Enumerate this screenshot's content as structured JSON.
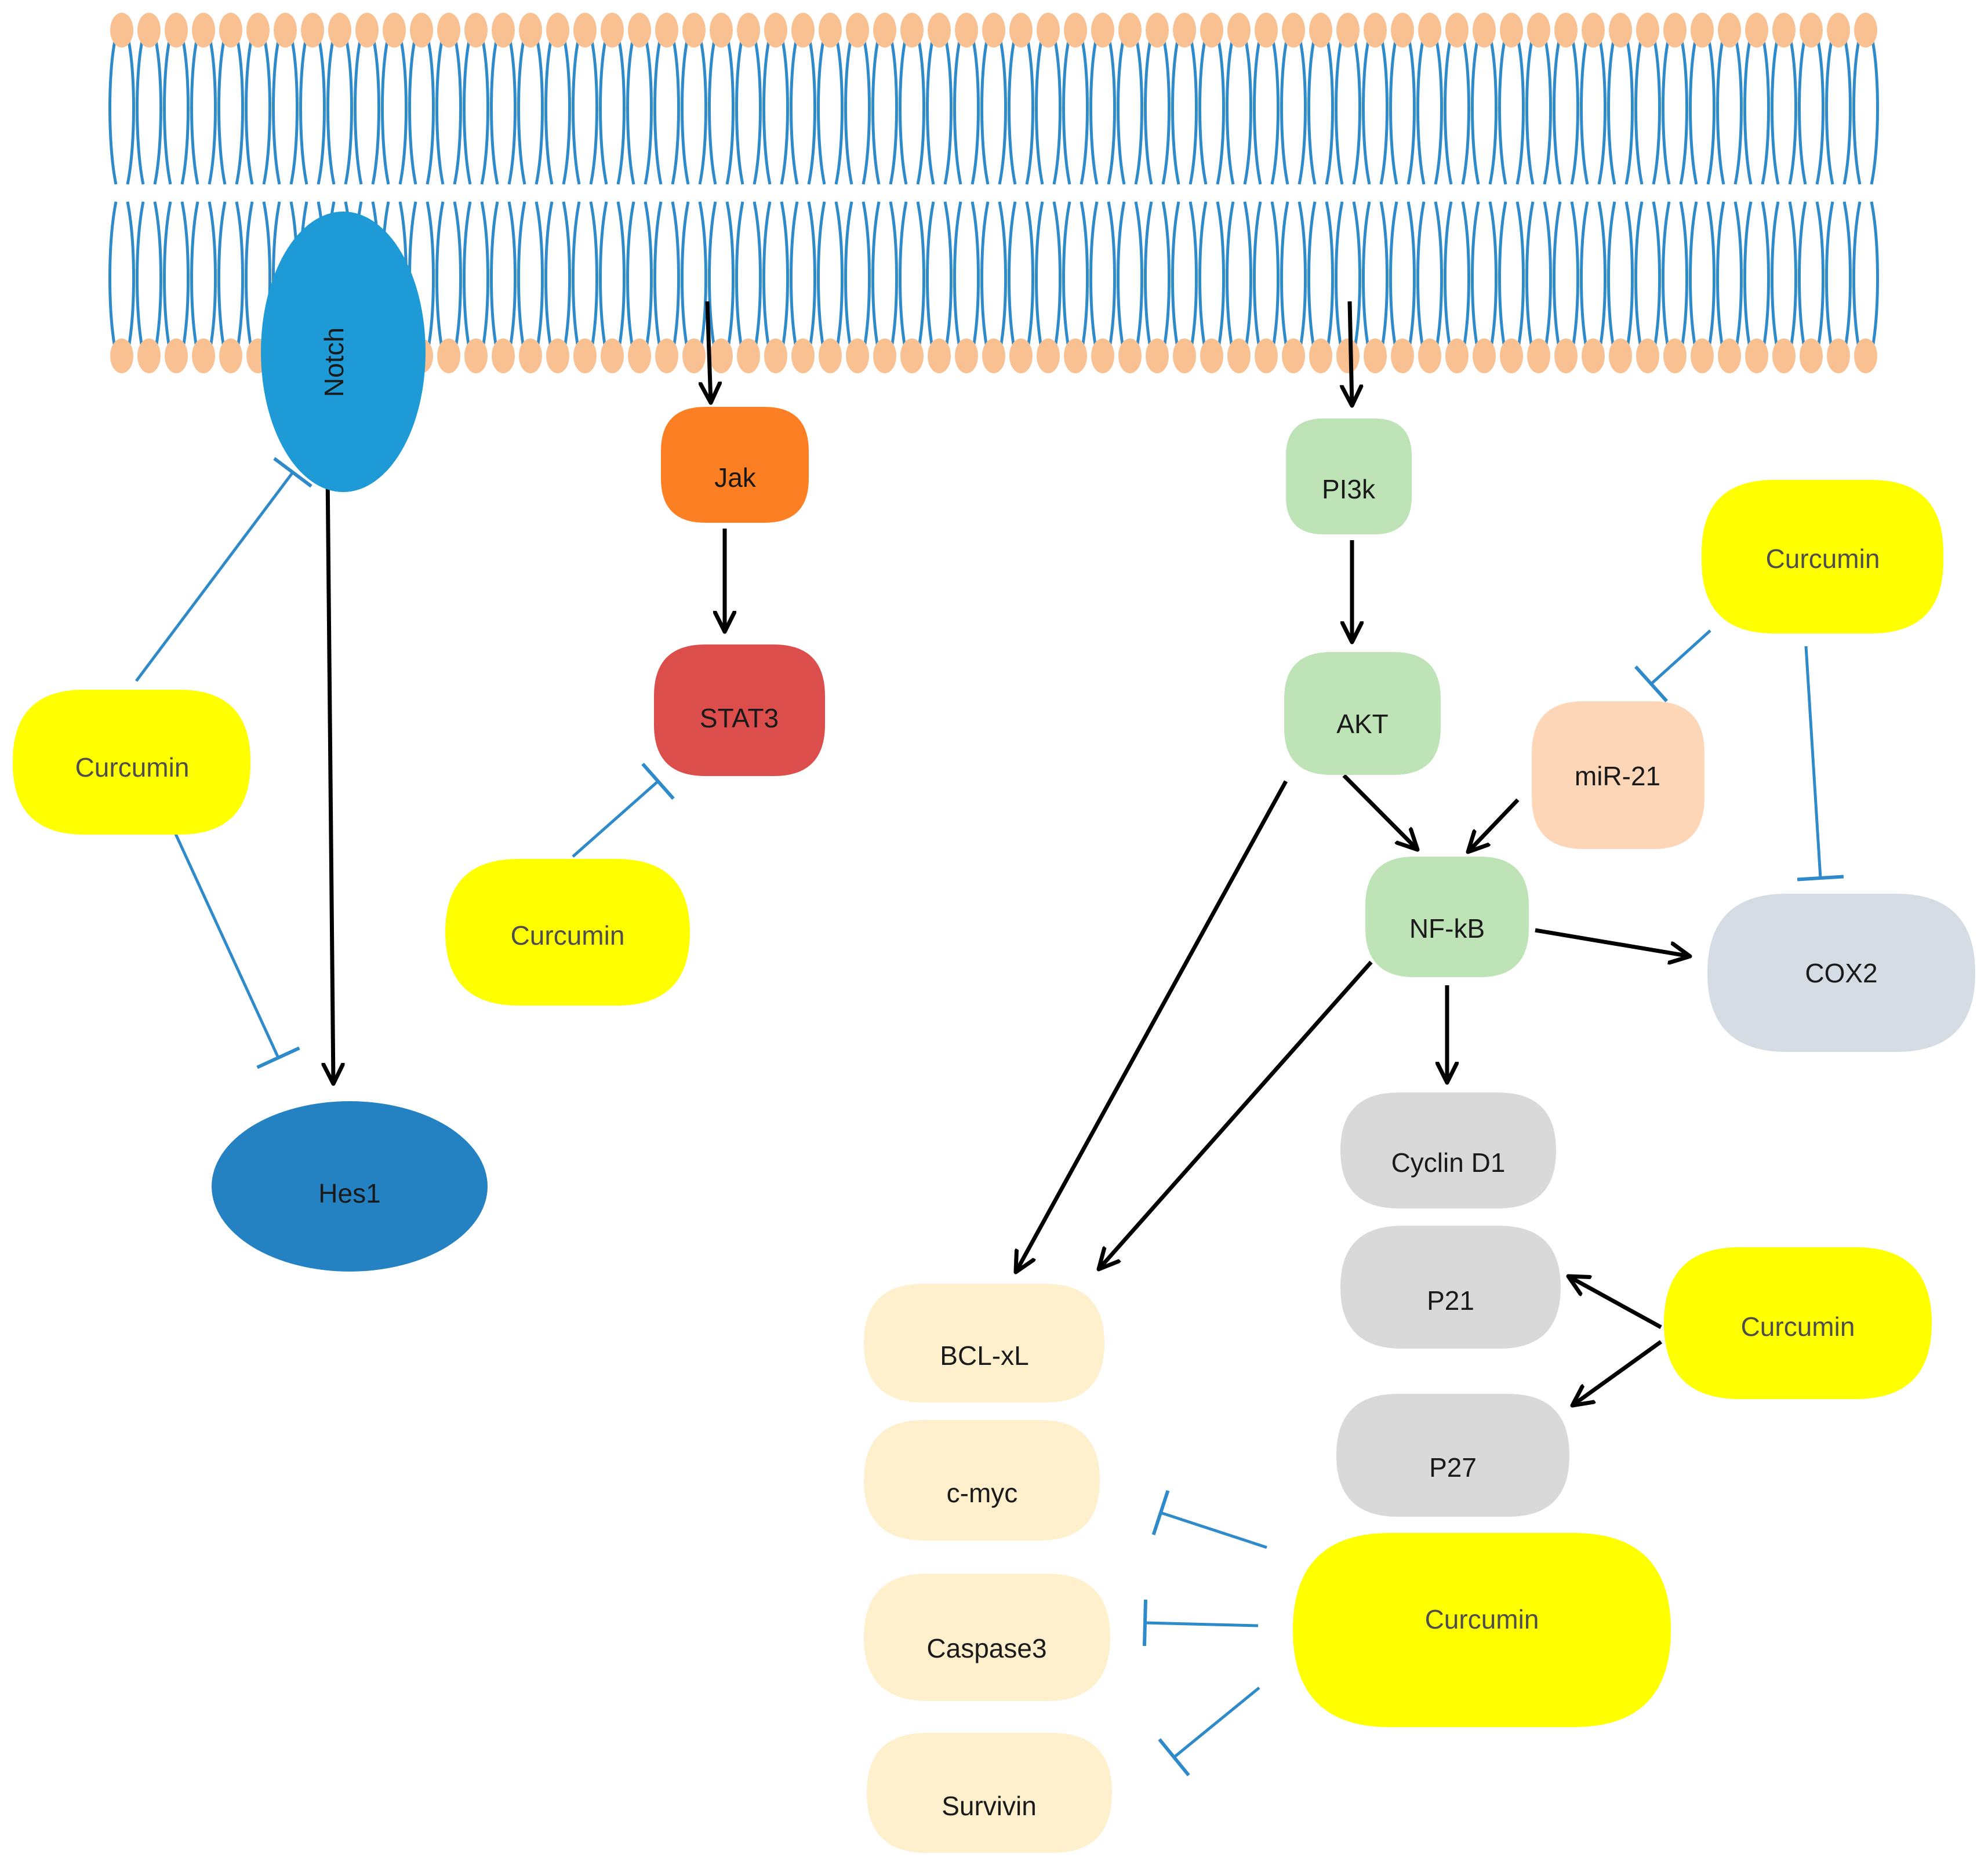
{
  "colors": {
    "membrane_head": "#f9c192",
    "membrane_tail": "#2e8ac9",
    "activation_arrow": "#000000",
    "inhibition_line": "#2e8ac9",
    "curcumin": "#ffff00",
    "notch": "#1e9ad6",
    "hes1": "#2481c2",
    "jak": "#fd7f24",
    "stat3": "#dc4e4c",
    "akt_pathway": "#bde3b6",
    "mir21": "#fdd6b8",
    "cox2": "#d6dce4",
    "cell_cycle": "#d9d9d9",
    "apoptosis": "#fef0cc"
  },
  "membrane": {
    "label": ""
  },
  "nodes": {
    "notch": "Notch",
    "hes1": "Hes1",
    "jak": "Jak",
    "stat3": "STAT3",
    "pi3k": "PI3k",
    "akt": "AKT",
    "mir21": "miR-21",
    "nfkb": "NF-kB",
    "cox2": "COX2",
    "cyclin_d1": "Cyclin D1",
    "p21": "P21",
    "p27": "P27",
    "bcl_xl": "BCL-xL",
    "c_myc": "c-myc",
    "caspase3": "Caspase3",
    "survivin": "Survivin"
  },
  "curcumin": {
    "notch_hes1": "Curcumin",
    "stat3": "Curcumin",
    "mir21_cox2": "Curcumin",
    "p21_p27": "Curcumin",
    "apoptosis": "Curcumin"
  },
  "edges": [
    {
      "from": "notch",
      "to": "hes1",
      "type": "activation"
    },
    {
      "from": "membrane",
      "to": "jak",
      "type": "activation"
    },
    {
      "from": "jak",
      "to": "stat3",
      "type": "activation"
    },
    {
      "from": "membrane",
      "to": "pi3k",
      "type": "activation"
    },
    {
      "from": "pi3k",
      "to": "akt",
      "type": "activation"
    },
    {
      "from": "akt",
      "to": "nfkb",
      "type": "activation"
    },
    {
      "from": "mir21",
      "to": "nfkb",
      "type": "activation"
    },
    {
      "from": "nfkb",
      "to": "cox2",
      "type": "activation"
    },
    {
      "from": "nfkb",
      "to": "cyclin_d1",
      "type": "activation"
    },
    {
      "from": "akt",
      "to": "bcl_xl",
      "type": "activation"
    },
    {
      "from": "nfkb",
      "to": "bcl_xl",
      "type": "activation"
    },
    {
      "from": "curcumin_p21_p27",
      "to": "p21",
      "type": "activation"
    },
    {
      "from": "curcumin_p21_p27",
      "to": "p27",
      "type": "activation"
    },
    {
      "from": "curcumin_notch_hes1",
      "to": "notch",
      "type": "inhibition"
    },
    {
      "from": "curcumin_notch_hes1",
      "to": "hes1",
      "type": "inhibition"
    },
    {
      "from": "curcumin_stat3",
      "to": "stat3",
      "type": "inhibition"
    },
    {
      "from": "curcumin_mir21_cox2",
      "to": "mir21",
      "type": "inhibition"
    },
    {
      "from": "curcumin_mir21_cox2",
      "to": "cox2",
      "type": "inhibition"
    },
    {
      "from": "curcumin_apoptosis",
      "to": "c_myc",
      "type": "inhibition"
    },
    {
      "from": "curcumin_apoptosis",
      "to": "caspase3",
      "type": "inhibition"
    },
    {
      "from": "curcumin_apoptosis",
      "to": "survivin",
      "type": "inhibition"
    }
  ]
}
